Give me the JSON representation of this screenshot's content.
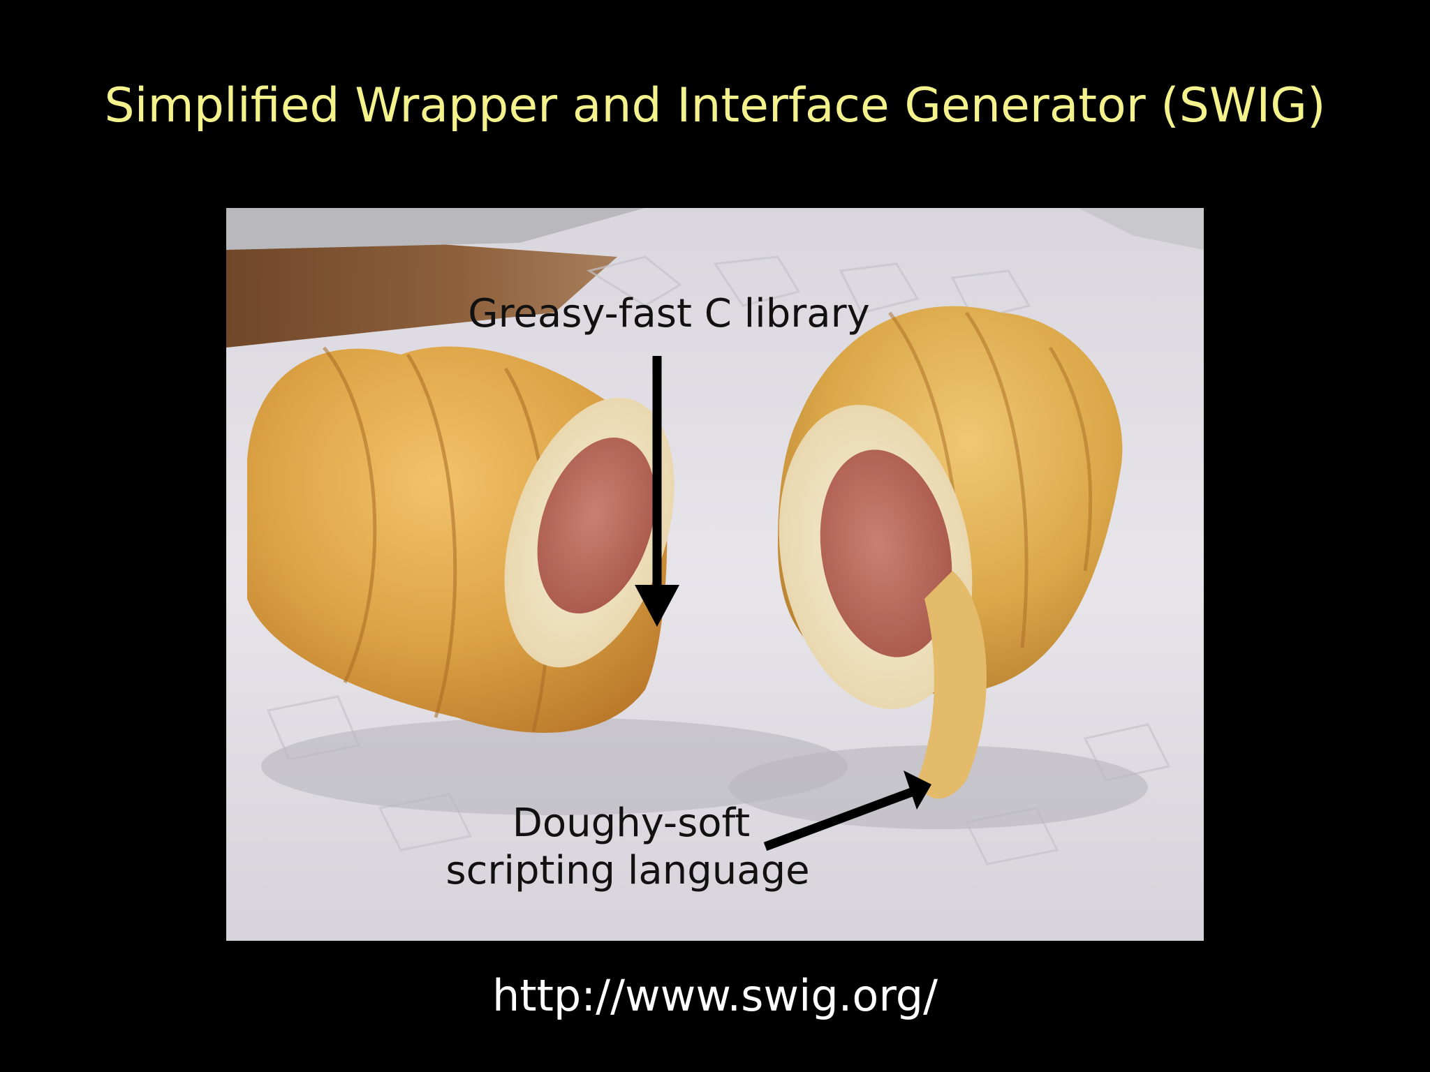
{
  "slide": {
    "title": "Simplified Wrapper and Interface Generator (SWIG)",
    "url": "http://www.swig.org/",
    "photo": {
      "subject": "pig-in-a-blanket",
      "callouts": {
        "top": "Greasy-fast C library",
        "bottom_line1": "Doughy-soft",
        "bottom_line2": "scripting language"
      }
    }
  },
  "colors": {
    "background": "#000000",
    "title": "#f4f28c",
    "url": "#ffffff",
    "callout_text": "#111111",
    "arrow": "#000000"
  }
}
